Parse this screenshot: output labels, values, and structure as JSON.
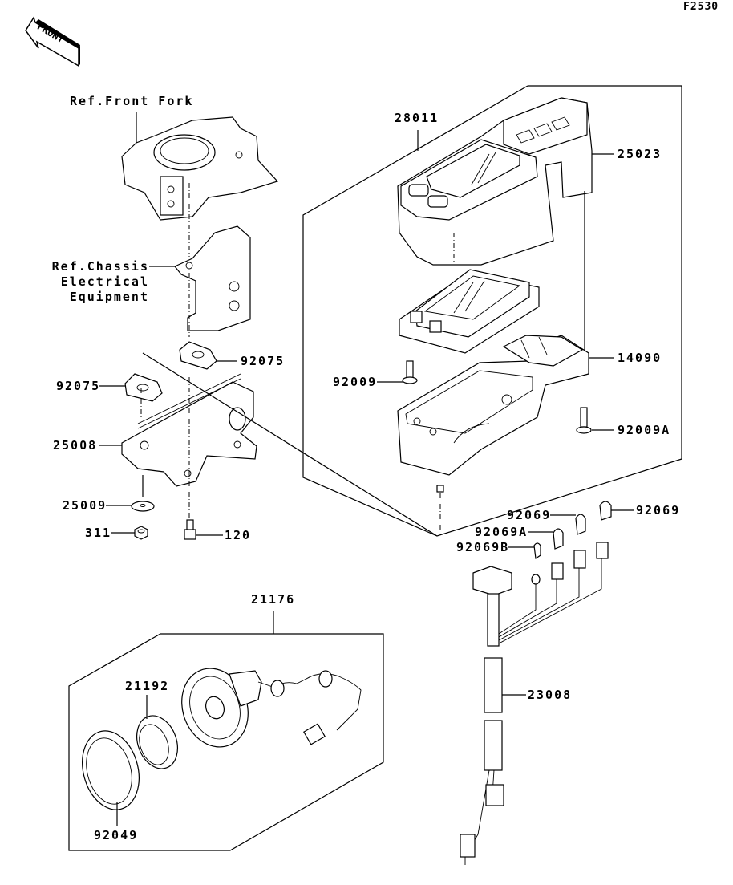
{
  "diagram": {
    "figure_id": "F2530",
    "orientation_label": "FRONT",
    "references": {
      "front_fork": "Ref.Front Fork",
      "chassis_line1": "Ref.Chassis",
      "chassis_line2": "Electrical",
      "chassis_line3": "Equipment"
    },
    "parts": {
      "p28011": "28011",
      "p25023": "25023",
      "p14090": "14090",
      "p92009": "92009",
      "p92009A": "92009A",
      "p92075_right": "92075",
      "p92075_left": "92075",
      "p25008": "25008",
      "p25009": "25009",
      "p311": "311",
      "p120": "120",
      "p92069_top": "92069",
      "p92069_mid": "92069",
      "p92069A": "92069A",
      "p92069B": "92069B",
      "p21176": "21176",
      "p21192": "21192",
      "p92049": "92049",
      "p23008": "23008"
    }
  }
}
